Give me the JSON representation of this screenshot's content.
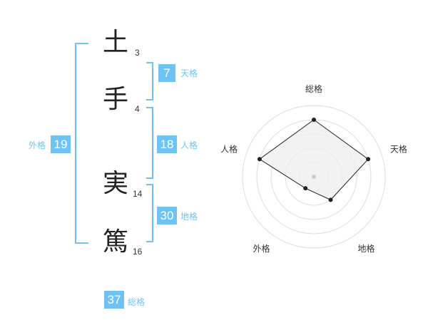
{
  "name_chars": [
    {
      "char": "土",
      "strokes": "3"
    },
    {
      "char": "手",
      "strokes": "4"
    },
    {
      "char": "実",
      "strokes": "14"
    },
    {
      "char": "篤",
      "strokes": "16"
    }
  ],
  "kaku": {
    "tenkaku": {
      "value": "7",
      "label": "天格"
    },
    "jinkaku": {
      "value": "18",
      "label": "人格"
    },
    "chikaku": {
      "value": "30",
      "label": "地格"
    },
    "gaikaku": {
      "value": "19",
      "label": "外格"
    },
    "soukaku": {
      "value": "37",
      "label": "総格"
    }
  },
  "colors": {
    "accent": "#6ec3f4",
    "text": "#222222",
    "radar_fill": "#efefef",
    "radar_grid": "#dddddd",
    "radar_line": "#222222"
  },
  "chart_data": {
    "type": "radar",
    "axes": [
      "総格",
      "天格",
      "地格",
      "外格",
      "人格"
    ],
    "values": [
      4,
      4,
      2,
      1,
      4
    ],
    "max": 5,
    "grid": true
  }
}
